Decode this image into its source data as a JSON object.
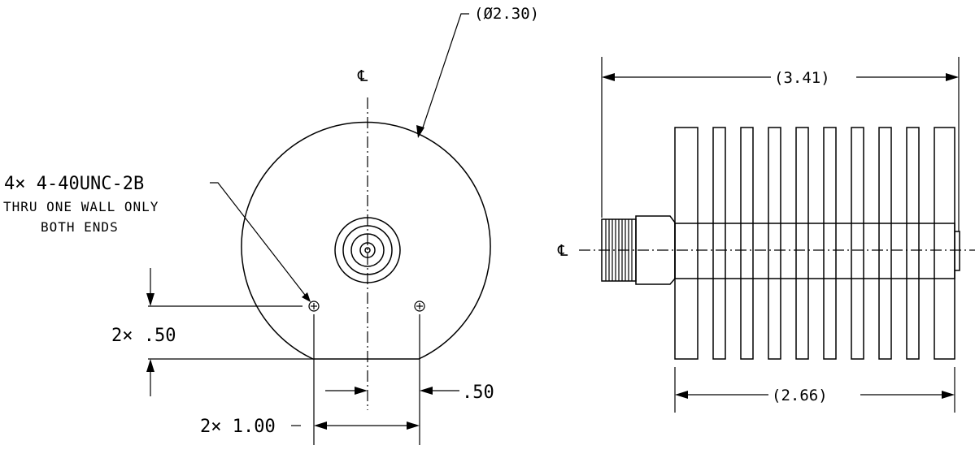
{
  "dimensions": {
    "diameter": "(Ø2.30)",
    "overall_length": "(3.41)",
    "body_length": "(2.66)",
    "hole_spacing_vertical": "2× .50",
    "hole_offset_horizontal": ".50",
    "hole_spacing_horizontal": "2× 1.00"
  },
  "centerline_symbol": "℄",
  "hole_note": {
    "line1": "4× 4-40UNC-2B",
    "line2": "THRU ONE WALL ONLY",
    "line3": "BOTH ENDS"
  },
  "fin_count": 10
}
